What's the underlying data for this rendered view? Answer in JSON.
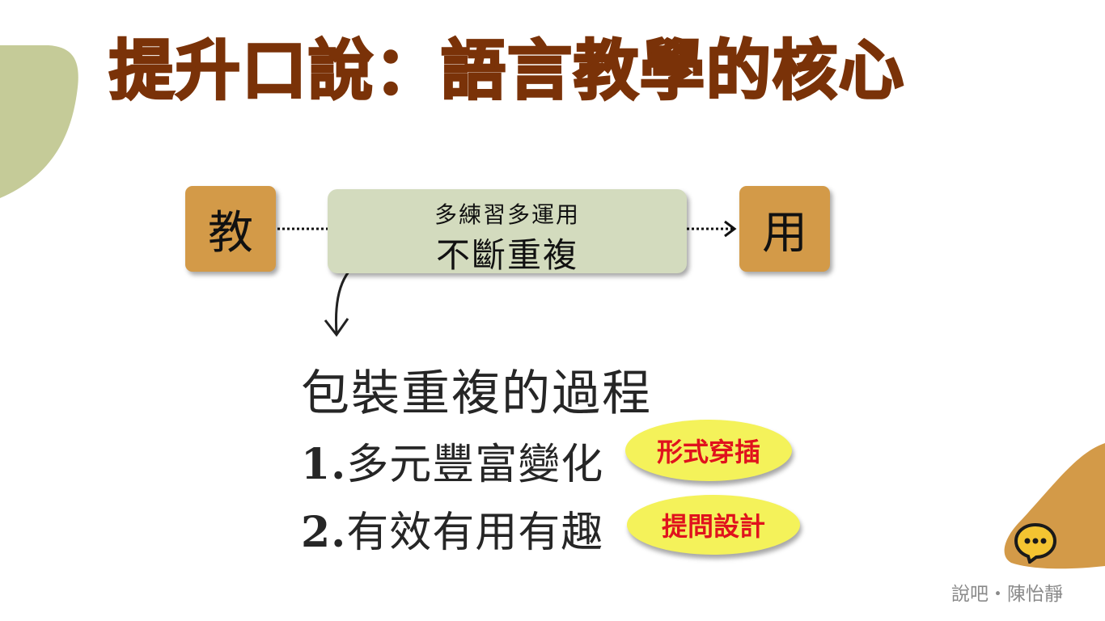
{
  "colors": {
    "title": "#7a3208",
    "box_orange": "#d39a48",
    "box_green": "#d3dbbe",
    "pill_yellow": "#f4f25a",
    "pill_text": "#e0121d",
    "blob_green": "#c5cb98",
    "blob_orange": "#d39a48"
  },
  "title": "提升口說：語言教學的核心",
  "flow": {
    "start": "教",
    "middle_small": "多練習多運用",
    "middle_big": "不斷重複",
    "end": "用"
  },
  "heading": "包裝重複的過程",
  "items": [
    {
      "num": "1.",
      "text": "多元豐富變化",
      "badge": "形式穿插"
    },
    {
      "num": "2.",
      "text": "有效有用有趣",
      "badge": "提問設計"
    }
  ],
  "footer": "說吧・陳怡靜",
  "icons": {
    "chat": "chat-bubble-icon"
  }
}
